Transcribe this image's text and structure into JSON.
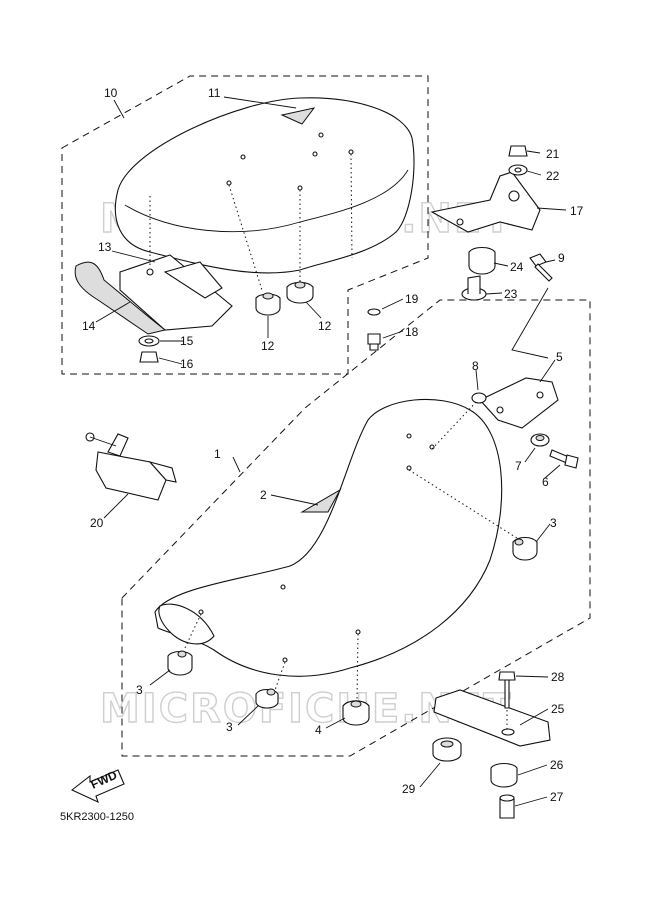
{
  "diagram_code": "5KR2300-1250",
  "watermark_text": "MICROFICHE.NET",
  "fwd_label": "FWD",
  "callouts": {
    "c1": "1",
    "c2": "2",
    "c3a": "3",
    "c3b": "3",
    "c3c": "3",
    "c4": "4",
    "c5": "5",
    "c6": "6",
    "c7": "7",
    "c8": "8",
    "c9": "9",
    "c10": "10",
    "c11": "11",
    "c12a": "12",
    "c12b": "12",
    "c13": "13",
    "c14": "14",
    "c15": "15",
    "c16": "16",
    "c17": "17",
    "c18": "18",
    "c19": "19",
    "c20": "20",
    "c21": "21",
    "c22": "22",
    "c23": "23",
    "c24": "24",
    "c25": "25",
    "c26": "26",
    "c27": "27",
    "c28": "28",
    "c29": "29"
  }
}
